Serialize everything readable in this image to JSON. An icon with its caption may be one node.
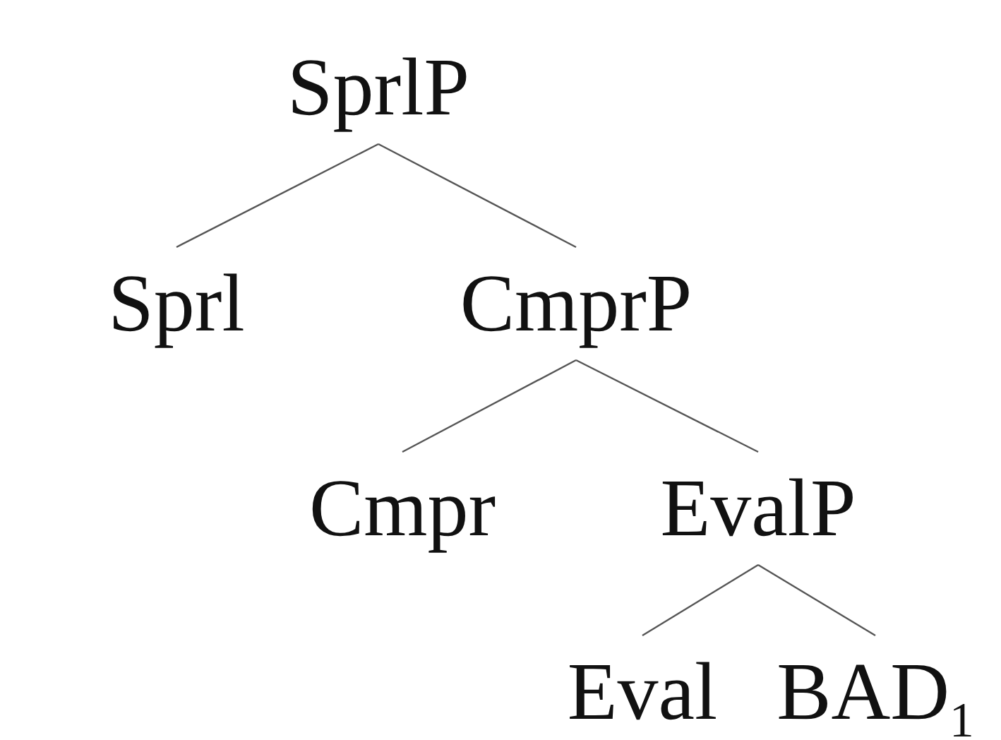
{
  "diagram": {
    "nodes": [
      {
        "text": [
          "SprlP"
        ]
      },
      {
        "text": [
          "Sprl"
        ]
      },
      {
        "text": [
          "CmprP"
        ]
      },
      {
        "text": [
          "Cmpr"
        ]
      },
      {
        "text": [
          "EvalP"
        ]
      },
      {
        "text": [
          "Eval"
        ]
      },
      {
        "text": [
          "BAD$_{1}$"
        ]
      }
    ],
    "edges": [
      {
        "from": 0,
        "to": 1,
        "arrow": "none"
      },
      {
        "from": 0,
        "to": 2,
        "arrow": "none"
      },
      {
        "from": 2,
        "to": 3,
        "arrow": "none"
      },
      {
        "from": 2,
        "to": 4,
        "arrow": "none"
      },
      {
        "from": 4,
        "to": 5,
        "arrow": "none"
      },
      {
        "from": 4,
        "to": 6,
        "arrow": "none"
      }
    ]
  }
}
